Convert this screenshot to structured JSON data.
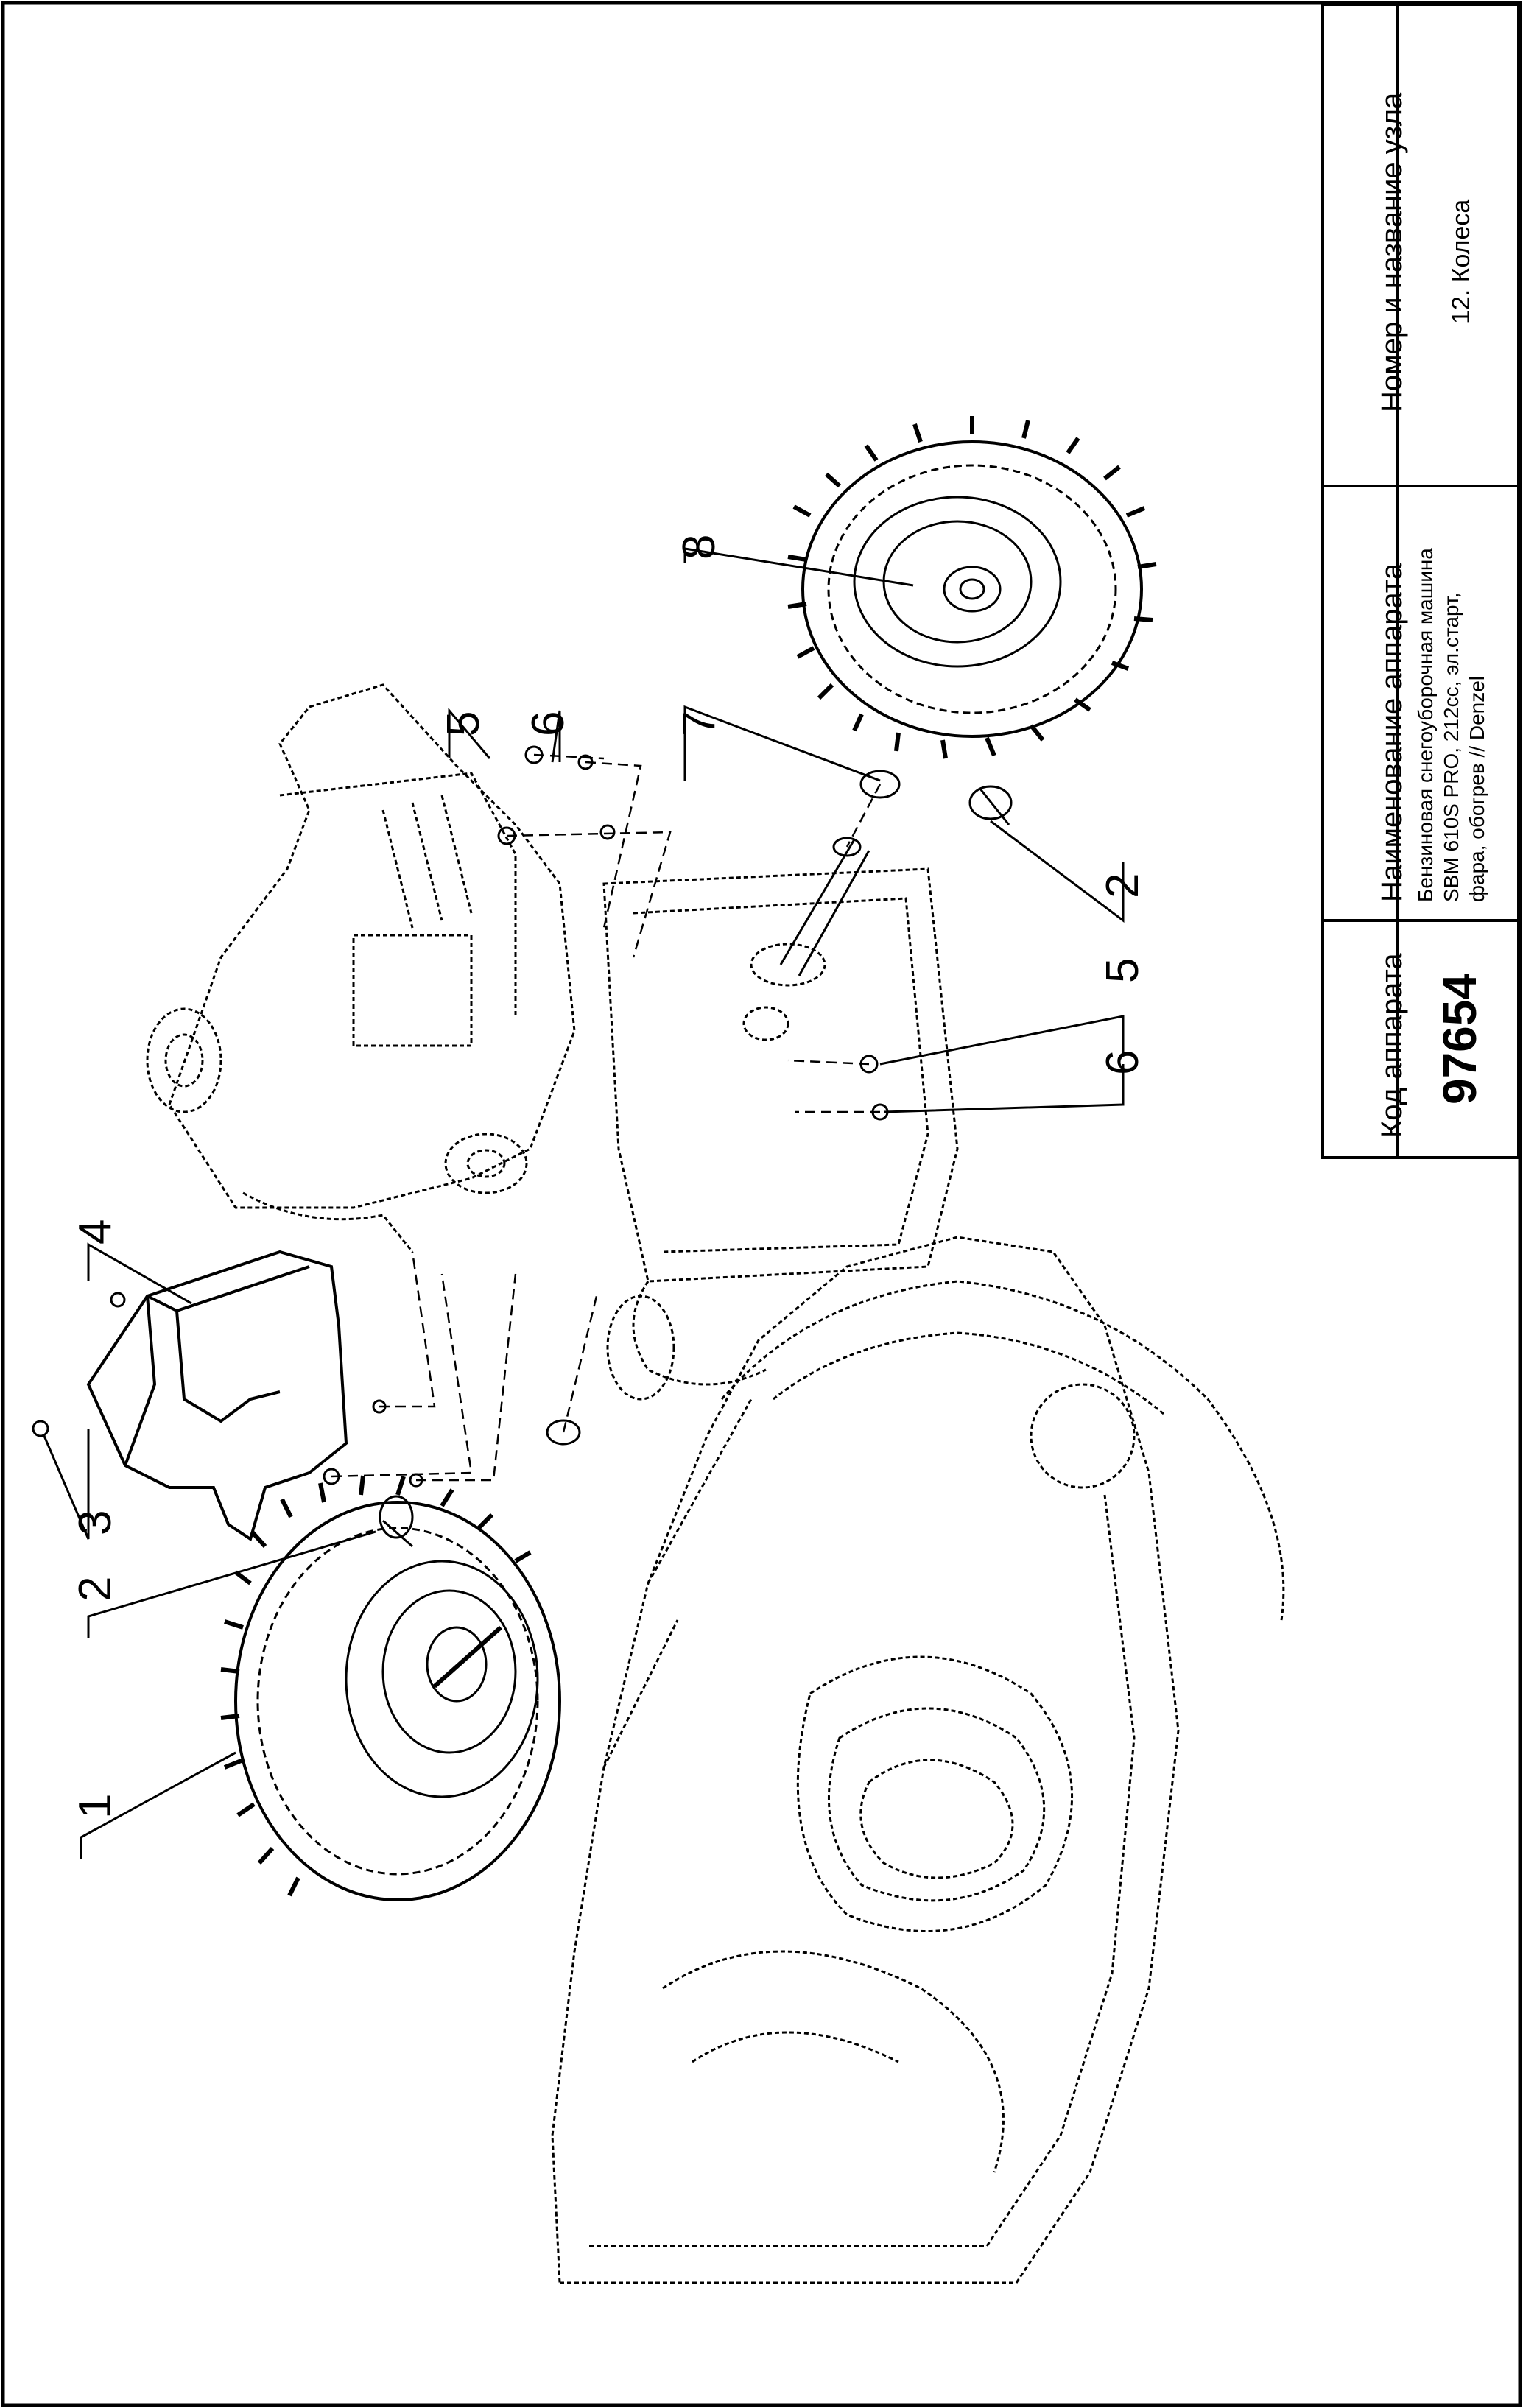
{
  "title_block": {
    "code_header": "Код аппарата",
    "code_value": "97654",
    "name_header": "Наименование аппарата",
    "name_line1": "Бензиновая снегоуборочная машина",
    "name_line2": "SBM 610S PRO, 212cc, эл.старт,",
    "name_line3": "фара, обогрев // Denzel",
    "node_header": "Номер и название узла",
    "node_value": "12. Колеса"
  },
  "callouts": [
    "1",
    "2",
    "3",
    "4",
    "5",
    "6",
    "2",
    "5",
    "6",
    "7",
    "8"
  ]
}
